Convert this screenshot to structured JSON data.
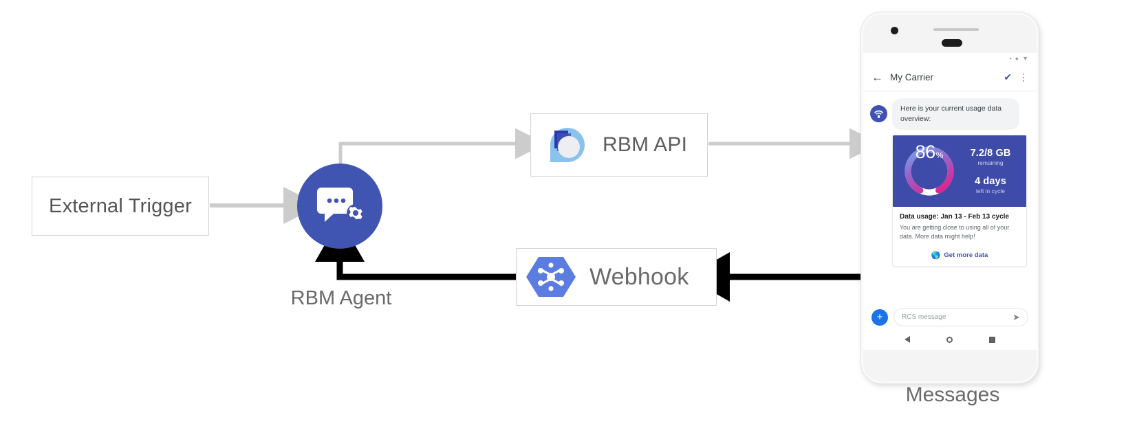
{
  "diagram": {
    "nodes": {
      "external_trigger": {
        "label": "External Trigger"
      },
      "rbm_agent": {
        "label": "RBM Agent",
        "icon": "chat-gear-icon",
        "color": "#4054b2"
      },
      "rbm_api": {
        "label": "RBM API",
        "icon": "rbm-api-logo-icon"
      },
      "webhook": {
        "label": "Webhook",
        "icon": "webhook-hexagon-icon",
        "color": "#5b7ce0"
      },
      "messages": {
        "label": "Messages"
      }
    },
    "edges": [
      {
        "name": "trigger-to-agent",
        "from": "External Trigger",
        "to": "RBM Agent",
        "style": "grey"
      },
      {
        "name": "agent-to-api",
        "from": "RBM Agent",
        "to": "RBM API",
        "style": "grey"
      },
      {
        "name": "api-to-phone",
        "from": "RBM API",
        "to": "Messages",
        "style": "grey"
      },
      {
        "name": "phone-to-webhook",
        "from": "Messages",
        "to": "Webhook",
        "style": "black"
      },
      {
        "name": "webhook-to-agent",
        "from": "Webhook",
        "to": "RBM Agent",
        "style": "black"
      }
    ]
  },
  "phone": {
    "status_bar": {
      "icons": [
        "signal-icon",
        "wifi-dot-icon",
        "battery-icon"
      ]
    },
    "app_bar": {
      "back_icon": "back-arrow-icon",
      "title": "My Carrier",
      "verified_icon": "shield-check-icon",
      "overflow_icon": "more-vert-icon"
    },
    "message": {
      "avatar_icon": "antenna-wifi-icon",
      "text": "Here is your current usage data overview:"
    },
    "rich_card": {
      "gauge": {
        "value": "86",
        "symbol": "%"
      },
      "data_remaining": {
        "value": "7.2/8 GB",
        "caption": "remaining"
      },
      "days_left": {
        "value": "4 days",
        "caption": "left in cycle"
      },
      "title": "Data usage: Jan 13 - Feb 13 cycle",
      "description": "You are getting close to using all of your data. More data might help!",
      "action": {
        "icon": "globe-icon",
        "label": "Get more data"
      }
    },
    "compose": {
      "add_label": "+",
      "placeholder": "RCS message",
      "send_icon": "send-icon"
    },
    "nav_bar": {
      "back": "nav-back-icon",
      "home": "nav-home-icon",
      "recents": "nav-recents-icon"
    }
  }
}
